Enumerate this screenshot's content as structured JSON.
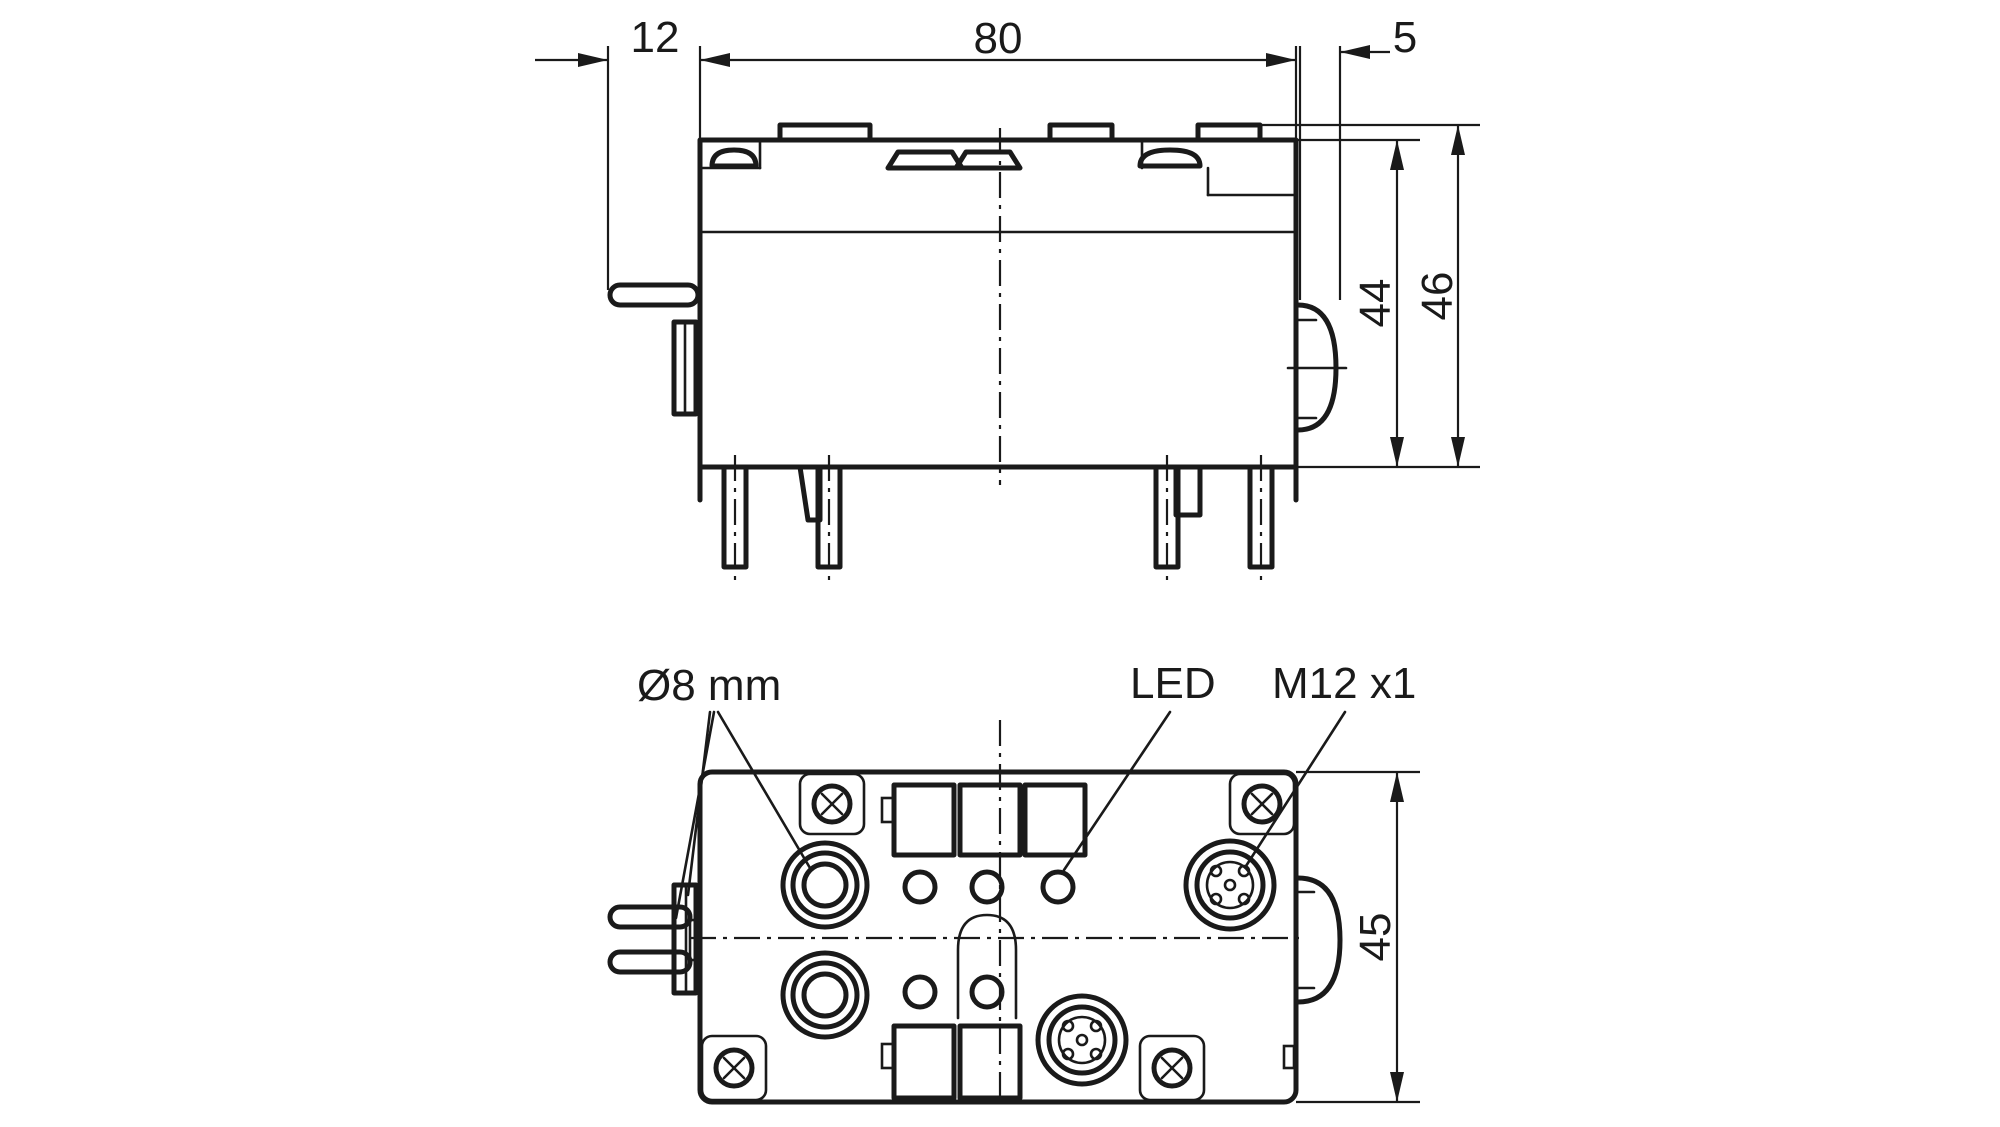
{
  "dimensions": {
    "cable_offset": "12",
    "width": "80",
    "led_offset": "5",
    "body_height": "44",
    "total_height": "46",
    "depth": "45"
  },
  "callouts": {
    "tube_diameter": "Ø8 mm",
    "led": "LED",
    "connector_thread": "M12 x1"
  }
}
